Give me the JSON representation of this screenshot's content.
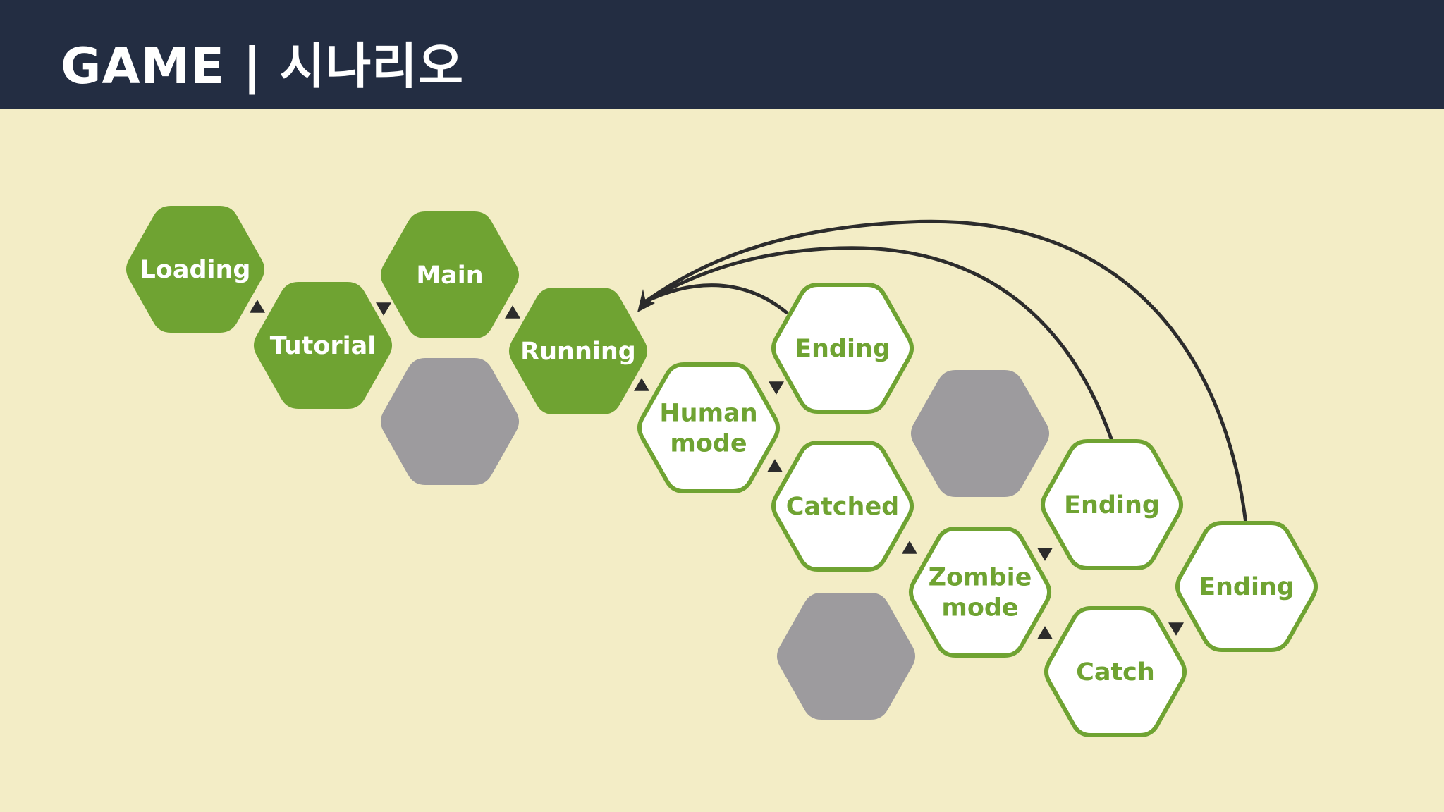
{
  "title": "GAME | 시나리오",
  "colors": {
    "header": "#232d42",
    "background": "#f3edc6",
    "green": "#6fa332",
    "gray": "#9d9b9e",
    "white": "#ffffff",
    "arrow": "#2c2c2c"
  },
  "nodes": [
    {
      "id": "loading",
      "label": [
        "Loading"
      ],
      "style": "filled"
    },
    {
      "id": "tutorial",
      "label": [
        "Tutorial"
      ],
      "style": "filled"
    },
    {
      "id": "main",
      "label": [
        "Main"
      ],
      "style": "filled"
    },
    {
      "id": "running",
      "label": [
        "Running"
      ],
      "style": "filled"
    },
    {
      "id": "human-mode",
      "label": [
        "Human",
        "mode"
      ],
      "style": "outline"
    },
    {
      "id": "ending-human",
      "label": [
        "Ending"
      ],
      "style": "outline"
    },
    {
      "id": "catched",
      "label": [
        "Catched"
      ],
      "style": "outline"
    },
    {
      "id": "zombie-mode",
      "label": [
        "Zombie",
        "mode"
      ],
      "style": "outline"
    },
    {
      "id": "ending-zombie",
      "label": [
        "Ending"
      ],
      "style": "outline"
    },
    {
      "id": "catch",
      "label": [
        "Catch"
      ],
      "style": "outline"
    },
    {
      "id": "ending-catch",
      "label": [
        "Ending"
      ],
      "style": "outline"
    },
    {
      "id": "placeholder-1",
      "label": [],
      "style": "gray"
    },
    {
      "id": "placeholder-2",
      "label": [],
      "style": "gray"
    },
    {
      "id": "placeholder-3",
      "label": [],
      "style": "gray"
    }
  ],
  "edges": [
    {
      "from": "loading",
      "to": "tutorial"
    },
    {
      "from": "tutorial",
      "to": "main"
    },
    {
      "from": "main",
      "to": "running"
    },
    {
      "from": "running",
      "to": "human-mode"
    },
    {
      "from": "human-mode",
      "to": "ending-human"
    },
    {
      "from": "human-mode",
      "to": "catched"
    },
    {
      "from": "catched",
      "to": "zombie-mode"
    },
    {
      "from": "zombie-mode",
      "to": "ending-zombie"
    },
    {
      "from": "zombie-mode",
      "to": "catch"
    },
    {
      "from": "catch",
      "to": "ending-catch"
    },
    {
      "from": "ending-human",
      "to": "running"
    },
    {
      "from": "ending-zombie",
      "to": "running"
    },
    {
      "from": "ending-catch",
      "to": "running"
    }
  ]
}
